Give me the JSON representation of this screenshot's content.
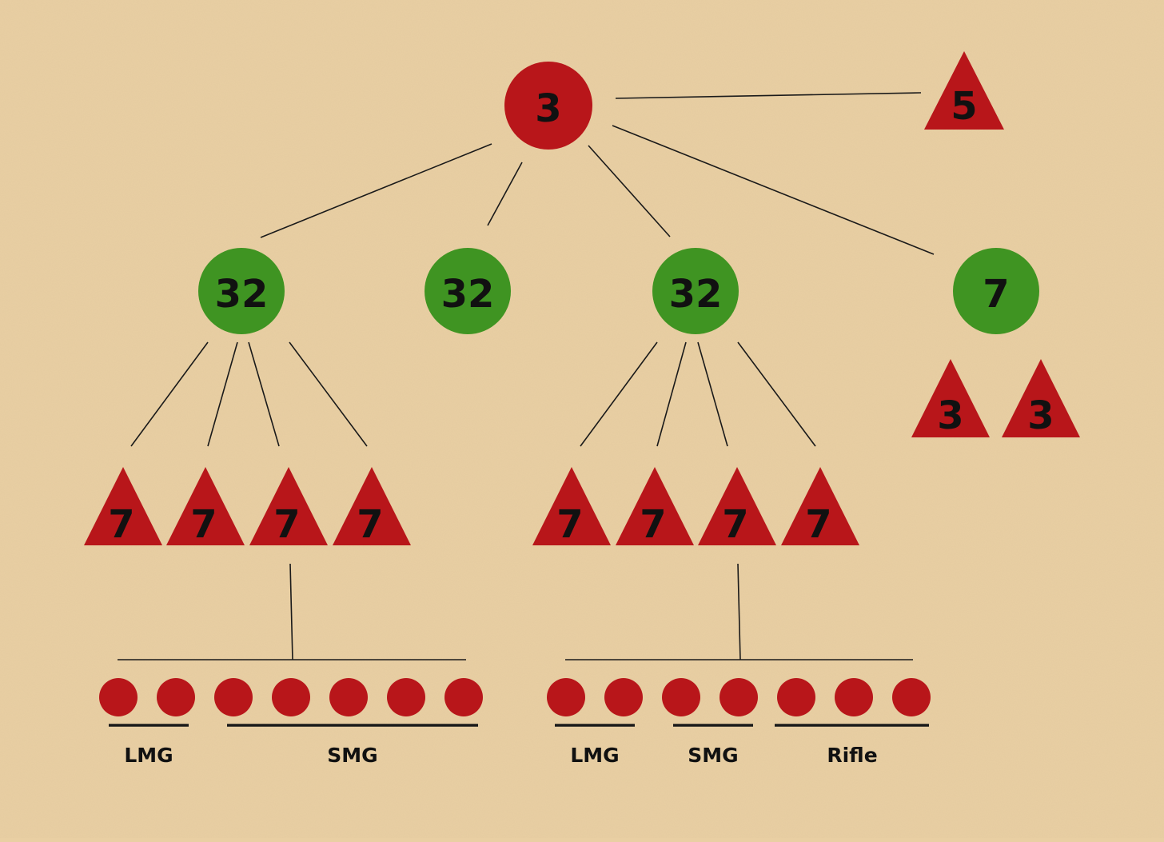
{
  "nodes": {
    "root": "3",
    "root_side": "5",
    "company_1": "32",
    "company_2": "32",
    "company_3": "32",
    "company_4": "7",
    "c4_sub_1": "3",
    "c4_sub_2": "3",
    "p1_platoons": [
      "7",
      "7",
      "7",
      "7"
    ],
    "p3_platoons": [
      "7",
      "7",
      "7",
      "7"
    ]
  },
  "labels": {
    "left_lmg": "LMG",
    "left_smg": "SMG",
    "right_lmg": "LMG",
    "right_smg": "SMG",
    "right_rifle": "Rifle"
  },
  "colors": {
    "background": "#e9cfa3",
    "red": "#b8161a",
    "green": "#3f9422",
    "line": "#1a1a1a"
  }
}
